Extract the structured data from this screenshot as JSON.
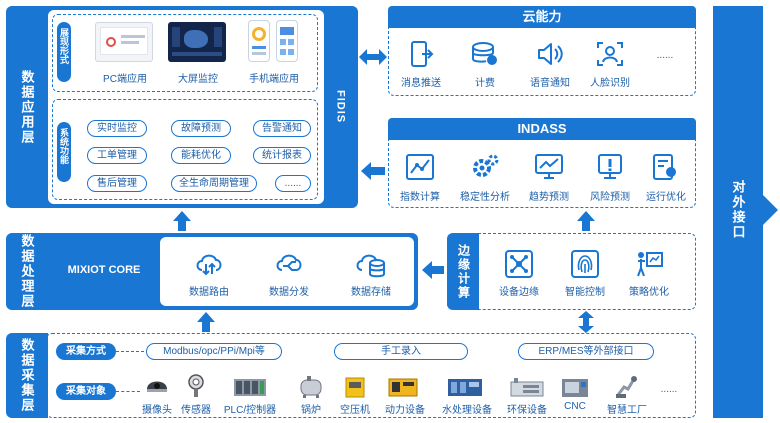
{
  "layers": {
    "app": "数据应用层",
    "proc": "数据处理层",
    "coll": "数据采集层"
  },
  "app_layer": {
    "display_label": "展现形式",
    "display_items": [
      "PC端应用",
      "大屏监控",
      "手机端应用"
    ],
    "func_label": "系统功能",
    "functions": [
      "实时监控",
      "故障预测",
      "告警通知",
      "工单管理",
      "能耗优化",
      "统计报表",
      "售后管理",
      "全生命周期管理",
      "......"
    ],
    "fidis": "FIDIS"
  },
  "cloud": {
    "title": "云能力",
    "items": [
      "消息推送",
      "计费",
      "语音通知",
      "人脸识别",
      "......"
    ]
  },
  "indass": {
    "title": "INDASS",
    "items": [
      "指数计算",
      "稳定性分析",
      "趋势预测",
      "风险预测",
      "运行优化"
    ]
  },
  "processing": {
    "core": "MIXIOT CORE",
    "items": [
      "数据路由",
      "数据分发",
      "数据存储"
    ]
  },
  "edge": {
    "title": "边缘计算",
    "items": [
      "设备边缘",
      "智能控制",
      "策略优化"
    ]
  },
  "collection": {
    "method_label": "采集方式",
    "methods": [
      "Modbus/opc/PPi/Mpi等",
      "手工录入",
      "ERP/MES等外部接口"
    ],
    "object_label": "采集对象",
    "objects": [
      "摄像头",
      "传感器",
      "PLC/控制器",
      "锅炉",
      "空压机",
      "动力设备",
      "水处理设备",
      "环保设备",
      "CNC",
      "智慧工厂",
      "......"
    ]
  },
  "external": "对外接口",
  "colors": {
    "primary": "#1976d2",
    "text": "#1e5fa8"
  }
}
